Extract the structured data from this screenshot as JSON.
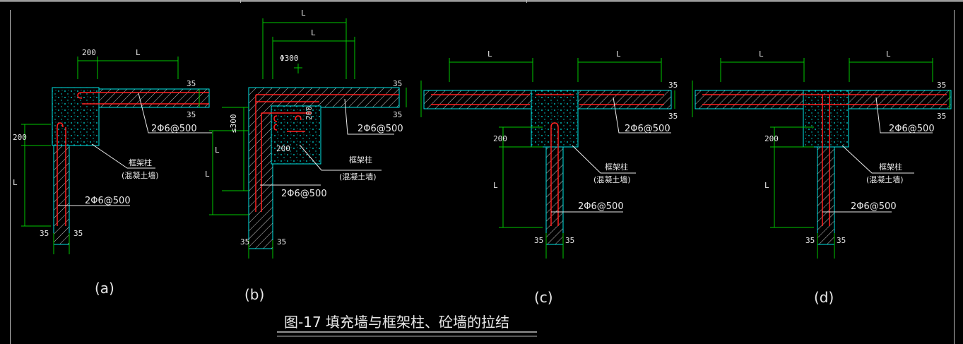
{
  "drawing": {
    "title": "图-17  填充墙与框架柱、砼墙的拉结",
    "colors": {
      "background": "#000000",
      "wall_outline": "#00e5e5",
      "dimension": "#00c800",
      "rebar": "#ff2020",
      "text": "#e8e8e8",
      "hatch": "#c8c8c8"
    },
    "panels": [
      {
        "caption": "(a)",
        "dims": {
          "d200_top": "200",
          "L_top": "L",
          "d35_a": "35",
          "d35_b": "35",
          "d200_side": "200",
          "L_side": "L",
          "d35_bl": "35",
          "d35_br": "35"
        },
        "rebar_label_top": "2Φ6@500",
        "rebar_label_side": "2Φ6@500",
        "column_label": "框架柱",
        "column_sublabel": "(混凝土墙)"
      },
      {
        "caption": "(b)",
        "dims": {
          "L_outer": "L",
          "L_inner": "L",
          "phi300": "Φ300",
          "le300": "≤300",
          "L_side": "L",
          "d200_a": "200",
          "d200_b": "200",
          "d35_a": "35",
          "d35_b": "35",
          "d35_bl": "35",
          "d35_br": "35"
        },
        "rebar_label_top": "2Φ6@500",
        "rebar_label_side": "2Φ6@500",
        "column_label": "框架柱",
        "column_sublabel": "(混凝土墙)"
      },
      {
        "caption": "(c)",
        "dims": {
          "L_left": "L",
          "L_right": "L",
          "d35_a": "35",
          "d35_b": "35",
          "d200_side": "200",
          "L_side": "L",
          "d35_bl": "35",
          "d35_br": "35"
        },
        "rebar_label_top": "2Φ6@500",
        "rebar_label_side": "2Φ6@500",
        "column_label": "框架柱",
        "column_sublabel": "(混凝土墙)"
      },
      {
        "caption": "(d)",
        "dims": {
          "L_left": "L",
          "L_right": "L",
          "d35_a": "35",
          "d35_b": "35",
          "d200_side": "200",
          "L_side": "L",
          "d35_bl": "35",
          "d35_br": "35"
        },
        "rebar_label_top": "2Φ6@500",
        "rebar_label_side": "2Φ6@500",
        "column_label": "框架柱",
        "column_sublabel": "(混凝土墙)"
      }
    ]
  }
}
